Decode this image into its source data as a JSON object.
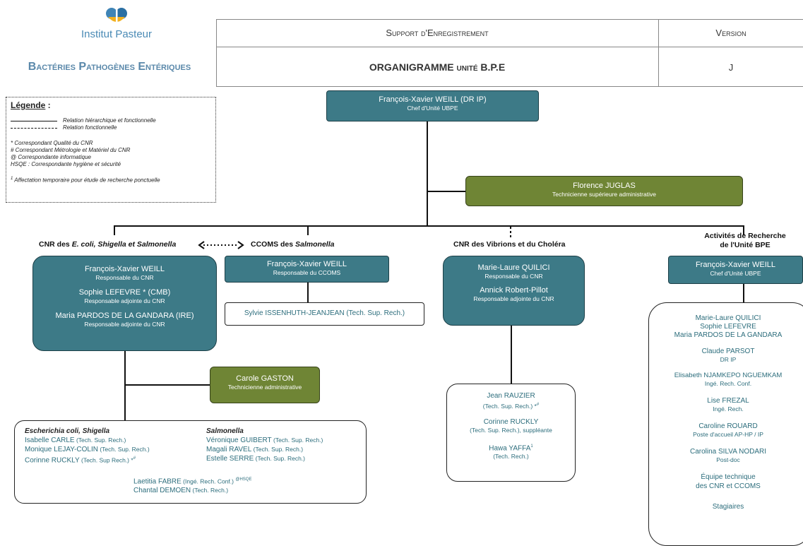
{
  "header": {
    "logo_text": "Institut Pasteur",
    "unit_name": "Bactéries Pathogènes Entériques",
    "support_label": "Support d'Enregistrement",
    "version_label": "Version",
    "doc_title_main": "ORGANIGRAMME",
    "doc_title_rest": "unité B.P.E",
    "version_value": "J"
  },
  "legend": {
    "title": "Légende",
    "title_suffix": " :",
    "line1": "Relation hiérarchique et fonctionnelle",
    "line2": "Relation fonctionnelle",
    "notes": [
      "* Correspondant Qualité du CNR",
      "# Correspondant Métrologie et Matériel du CNR",
      "@ Correspondante informatique",
      "HSQE : Correspondante hygiène et sécurité"
    ],
    "note_sup": "1",
    "note_temp": " Affectation temporaire pour étude de recherche ponctuelle"
  },
  "head": {
    "name": "François-Xavier WEILL (DR IP)",
    "role": "Chef d'Unité UBPE"
  },
  "admin": {
    "name": "Florence JUGLAS",
    "role": "Technicienne supérieure administrative"
  },
  "sections": {
    "cnr_ecoli_prefix": "CNR des ",
    "cnr_ecoli_italic": "E. coli, Shigella et Salmonella",
    "ccoms_prefix": "CCOMS des ",
    "ccoms_italic": "Salmonella",
    "vibrions": "CNR des Vibrions et du Choléra",
    "recherche_line1": "Activités de Recherche",
    "recherche_line2": "de l'Unité BPE"
  },
  "cnr_ecoli_box": {
    "p1_name": "François-Xavier WEILL",
    "p1_role": "Responsable du CNR",
    "p2_name": "Sophie LEFEVRE * (CMB)",
    "p2_role": "Responsable adjointe du CNR",
    "p3_name": "Maria PARDOS DE LA GANDARA (IRE)",
    "p3_role": "Responsable adjointe du CNR"
  },
  "ccoms_box": {
    "name": "François-Xavier WEILL",
    "role": "Responsable du CCOMS"
  },
  "ccoms_tech": {
    "text": "Sylvie ISSENHUTH-JEANJEAN (Tech. Sup. Rech.)"
  },
  "vibrions_box": {
    "p1_name": "Marie-Laure QUILICI",
    "p1_role": "Responsable du CNR",
    "p2_name": "Annick Robert-Pillot",
    "p2_role": "Responsable adjointe du CNR"
  },
  "recherche_box": {
    "name": "François-Xavier WEILL",
    "role": "Chef d'Unité UBPE"
  },
  "carole": {
    "name": "Carole GASTON",
    "role": "Technicienne administrative"
  },
  "ecoli_staff": {
    "left_title": "Escherichia coli, Shigella",
    "left": [
      {
        "name": "Isabelle CARLE",
        "role": " (Tech. Sup. Rech.)",
        "sup": ""
      },
      {
        "name": "Monique LEJAY-COLIN",
        "role": " (Tech. Sup. Rech.)",
        "sup": ""
      },
      {
        "name": "Corinne RUCKLY",
        "role": " (Tech. Sup Rech.) *",
        "sup": "#"
      }
    ],
    "right_title": "Salmonella",
    "right": [
      {
        "name": "Véronique GUIBERT",
        "role": " (Tech. Sup. Rech.)"
      },
      {
        "name": "Magali RAVEL",
        "role": " (Tech. Sup. Rech.)"
      },
      {
        "name": "Estelle SERRE",
        "role": " (Tech. Sup. Rech.)"
      }
    ],
    "bottom": [
      {
        "name": "Laetitia FABRE",
        "role": " (Ingé. Rech. Conf.) ",
        "sup": "@HSQE"
      },
      {
        "name": "Chantal DEMOEN",
        "role": " (Tech. Rech.)",
        "sup": ""
      }
    ]
  },
  "vibrions_staff": {
    "p1_name": "Jean RAUZIER",
    "p1_role": "(Tech. Sup. Rech.) *",
    "p1_sup": "#",
    "p2_name": "Corinne RUCKLY",
    "p2_role": "(Tech. Sup. Rech.), suppléante",
    "p3_name": "Hawa YAFFA",
    "p3_sup": "1",
    "p3_role": "(Tech. Rech.)"
  },
  "recherche_staff": {
    "group1": [
      "Marie-Laure QUILICI",
      "Sophie LEFEVRE",
      "Maria PARDOS DE LA GANDARA"
    ],
    "items": [
      {
        "name": "Claude PARSOT",
        "role": "DR IP"
      },
      {
        "name": "Elisabeth NJAMKEPO NGUEMKAM",
        "role": "Ingé. Rech. Conf."
      },
      {
        "name": "Lise FREZAL",
        "role": "Ingé. Rech."
      },
      {
        "name": "Caroline ROUARD",
        "role": "Poste d'accueil AP-HP / IP"
      },
      {
        "name": "Carolina SILVA NODARI",
        "role": "Post-doc"
      }
    ],
    "equipe_line1": "Équipe technique",
    "equipe_line2": "des CNR et CCOMS",
    "stagiaires": "Stagiaires"
  },
  "colors": {
    "teal": "#3d7a87",
    "olive": "#6f8535",
    "text_teal": "#2c6d7c",
    "unit_name": "#5a88aa"
  }
}
